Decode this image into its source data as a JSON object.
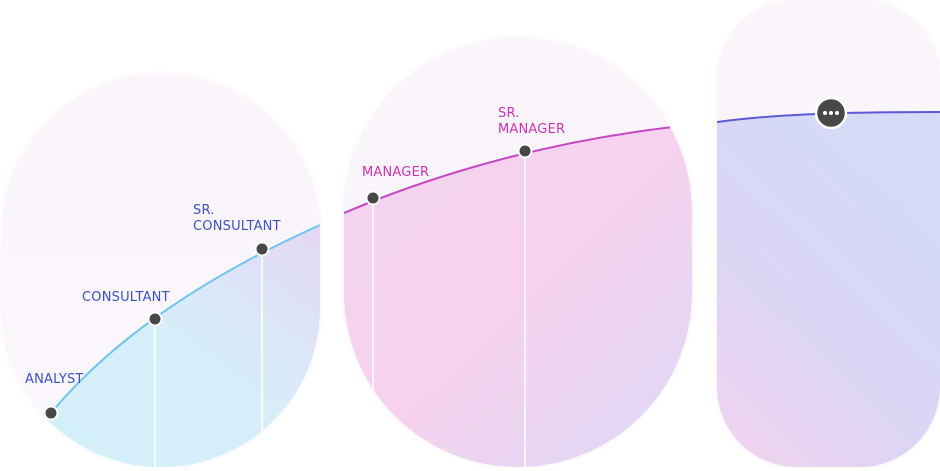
{
  "colors": {
    "blue_label": "#3b52c4",
    "pink_label": "#cc35b5",
    "marker_fill": "#474747",
    "curve_blue": "#6ec6ee",
    "curve_pink": "#c648c4",
    "curve_violet": "#5b5bd6"
  },
  "stages": [
    {
      "id": "analyst",
      "lines": [
        "ANALYST"
      ]
    },
    {
      "id": "consultant",
      "lines": [
        "CONSULTANT"
      ]
    },
    {
      "id": "sr-consultant",
      "lines": [
        "SR.",
        "CONSULTANT"
      ]
    },
    {
      "id": "manager",
      "lines": [
        "MANAGER"
      ]
    },
    {
      "id": "sr-manager",
      "lines": [
        "SR.",
        "MANAGER"
      ]
    }
  ],
  "more_marker": {
    "icon": "ellipsis-icon"
  }
}
